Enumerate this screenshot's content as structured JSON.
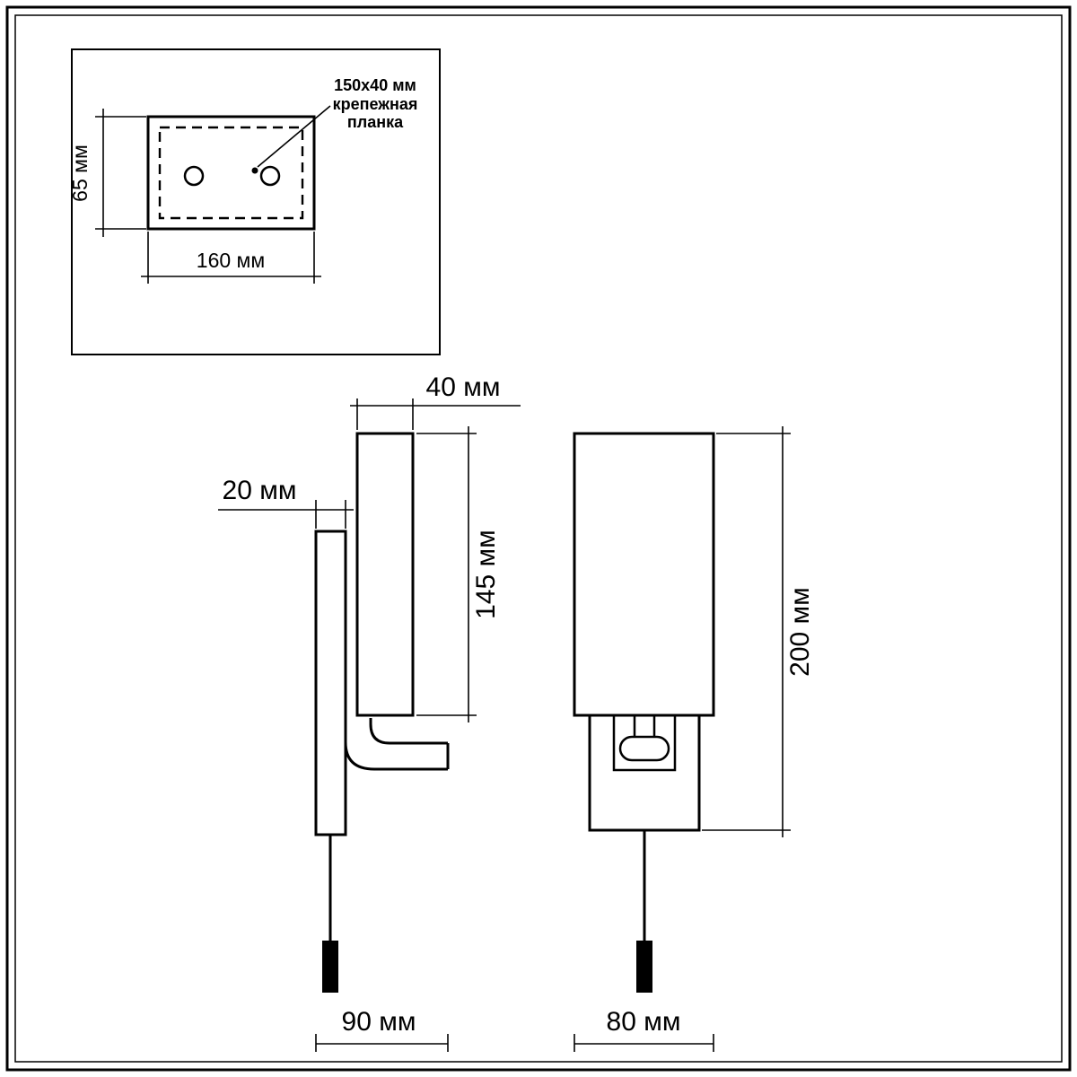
{
  "labels": {
    "inset": {
      "callout": [
        "150x40 мм",
        "крепежная",
        "планка"
      ],
      "height": "65 мм",
      "width": "160 мм"
    },
    "side": {
      "shade_depth": "40 мм",
      "plate_depth": "20 мм",
      "shade_height": "145 мм",
      "overall_depth": "90 мм"
    },
    "front": {
      "overall_height": "200 мм",
      "width": "80 мм"
    }
  },
  "colors": {
    "line": "#000000",
    "background": "#ffffff"
  }
}
